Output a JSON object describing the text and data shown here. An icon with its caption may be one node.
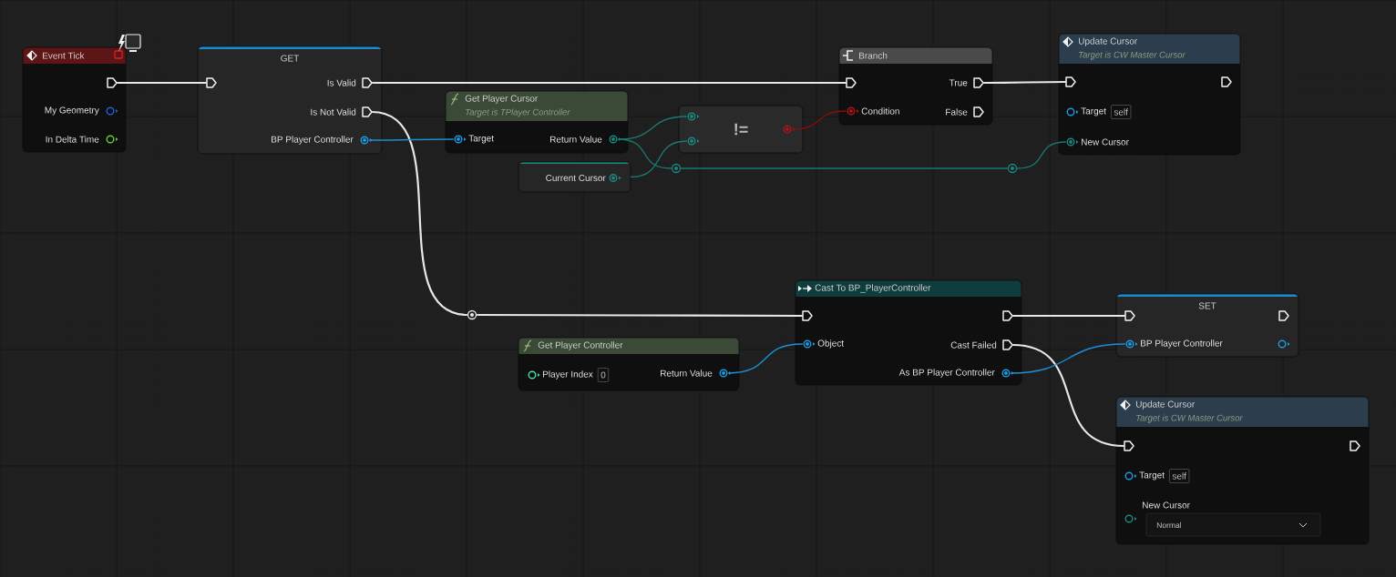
{
  "diagram": {
    "nodes": [
      {
        "text": [
          "Event Tick"
        ]
      },
      {
        "text": [],
        "shape": "pentagon",
        "in": 0
      },
      {
        "text": [
          "My Geometry"
        ],
        "in": 0
      },
      {
        "text": [
          "In Delta Time"
        ],
        "in": 0
      },
      {
        "text": [
          "GET"
        ]
      },
      {
        "text": [],
        "shape": "pentagon",
        "in": 4
      },
      {
        "text": [
          "Is Valid"
        ],
        "in": 4
      },
      {
        "text": [
          "Is Not Valid"
        ],
        "in": 4
      },
      {
        "text": [
          "BP Player Controller"
        ],
        "in": 4
      },
      {
        "text": [
          "Get Player Cursor",
          "Target is TPlayer Controller"
        ]
      },
      {
        "text": [
          "Target"
        ],
        "in": 9
      },
      {
        "text": [
          "Return Value"
        ],
        "in": 9
      },
      {
        "text": [
          "Current Cursor"
        ]
      },
      {
        "text": [
          "!="
        ]
      },
      {
        "text": [],
        "shape": "circle",
        "in": 13
      },
      {
        "text": [],
        "shape": "circle",
        "in": 13
      },
      {
        "text": [],
        "shape": "circle",
        "in": 13
      },
      {
        "text": [
          "Branch"
        ]
      },
      {
        "text": [],
        "shape": "pentagon",
        "in": 17
      },
      {
        "text": [
          "Condition"
        ],
        "in": 17
      },
      {
        "text": [
          "True"
        ],
        "in": 17
      },
      {
        "text": [
          "False"
        ],
        "in": 17
      },
      {
        "text": [
          "Update Cursor",
          "Target is CW Master Cursor"
        ]
      },
      {
        "text": [],
        "shape": "pentagon",
        "in": 22
      },
      {
        "text": [],
        "shape": "pentagon",
        "in": 22
      },
      {
        "text": [
          "Target",
          "self"
        ],
        "in": 22
      },
      {
        "text": [
          "New Cursor"
        ],
        "in": 22
      },
      {
        "text": [],
        "shape": "circle"
      },
      {
        "text": [],
        "shape": "circle"
      },
      {
        "text": [],
        "shape": "circle"
      },
      {
        "text": [
          "Cast To BP_PlayerController"
        ]
      },
      {
        "text": [],
        "shape": "pentagon",
        "in": 30
      },
      {
        "text": [],
        "shape": "pentagon",
        "in": 30
      },
      {
        "text": [
          "Object"
        ],
        "in": 30
      },
      {
        "text": [
          "Cast Failed"
        ],
        "in": 30
      },
      {
        "text": [
          "As BP Player Controller"
        ],
        "in": 30
      },
      {
        "text": [
          "Get Player Controller"
        ]
      },
      {
        "text": [
          "Player Index",
          "0"
        ],
        "in": 36
      },
      {
        "text": [
          "Return Value"
        ],
        "in": 36
      },
      {
        "text": [
          "SET"
        ]
      },
      {
        "text": [],
        "shape": "pentagon",
        "in": 39
      },
      {
        "text": [],
        "shape": "pentagon",
        "in": 39
      },
      {
        "text": [
          "BP Player Controller"
        ],
        "in": 39
      },
      {
        "text": [],
        "shape": "circle",
        "in": 39
      },
      {
        "text": [
          "Update Cursor",
          "Target is CW Master Cursor"
        ]
      },
      {
        "text": [],
        "shape": "pentagon",
        "in": 44
      },
      {
        "text": [],
        "shape": "pentagon",
        "in": 44
      },
      {
        "text": [
          "Target",
          "self"
        ],
        "in": 44
      },
      {
        "text": [
          "New Cursor",
          "Normal"
        ],
        "in": 44
      }
    ],
    "edges": [
      {
        "from": 1,
        "to": 5,
        "arrow": "none"
      },
      {
        "from": 6,
        "to": 18,
        "arrow": "none"
      },
      {
        "from": 7,
        "to": 29,
        "arrow": "none"
      },
      {
        "from": 29,
        "to": 31,
        "arrow": "none"
      },
      {
        "from": 8,
        "to": 10,
        "arrow": "none",
        "color": "#1c8fd6"
      },
      {
        "from": 11,
        "to": 14,
        "arrow": "none",
        "color": "#1a7a72"
      },
      {
        "from": 11,
        "to": 27,
        "arrow": "none",
        "color": "#1a7a72"
      },
      {
        "from": 12,
        "to": 15,
        "arrow": "none",
        "color": "#1a7a72"
      },
      {
        "from": 27,
        "to": 28,
        "arrow": "none",
        "color": "#1a7a72"
      },
      {
        "from": 28,
        "to": 26,
        "arrow": "none",
        "color": "#1a7a72"
      },
      {
        "from": 16,
        "to": 19,
        "arrow": "none",
        "color": "#8a0d0d"
      },
      {
        "from": 20,
        "to": 23,
        "arrow": "none"
      },
      {
        "from": 32,
        "to": 40,
        "arrow": "none"
      },
      {
        "from": 34,
        "to": 45,
        "arrow": "none"
      },
      {
        "from": 38,
        "to": 33,
        "arrow": "none",
        "color": "#1c8fd6"
      },
      {
        "from": 35,
        "to": 42,
        "arrow": "none",
        "color": "#1c8fd6"
      }
    ]
  }
}
